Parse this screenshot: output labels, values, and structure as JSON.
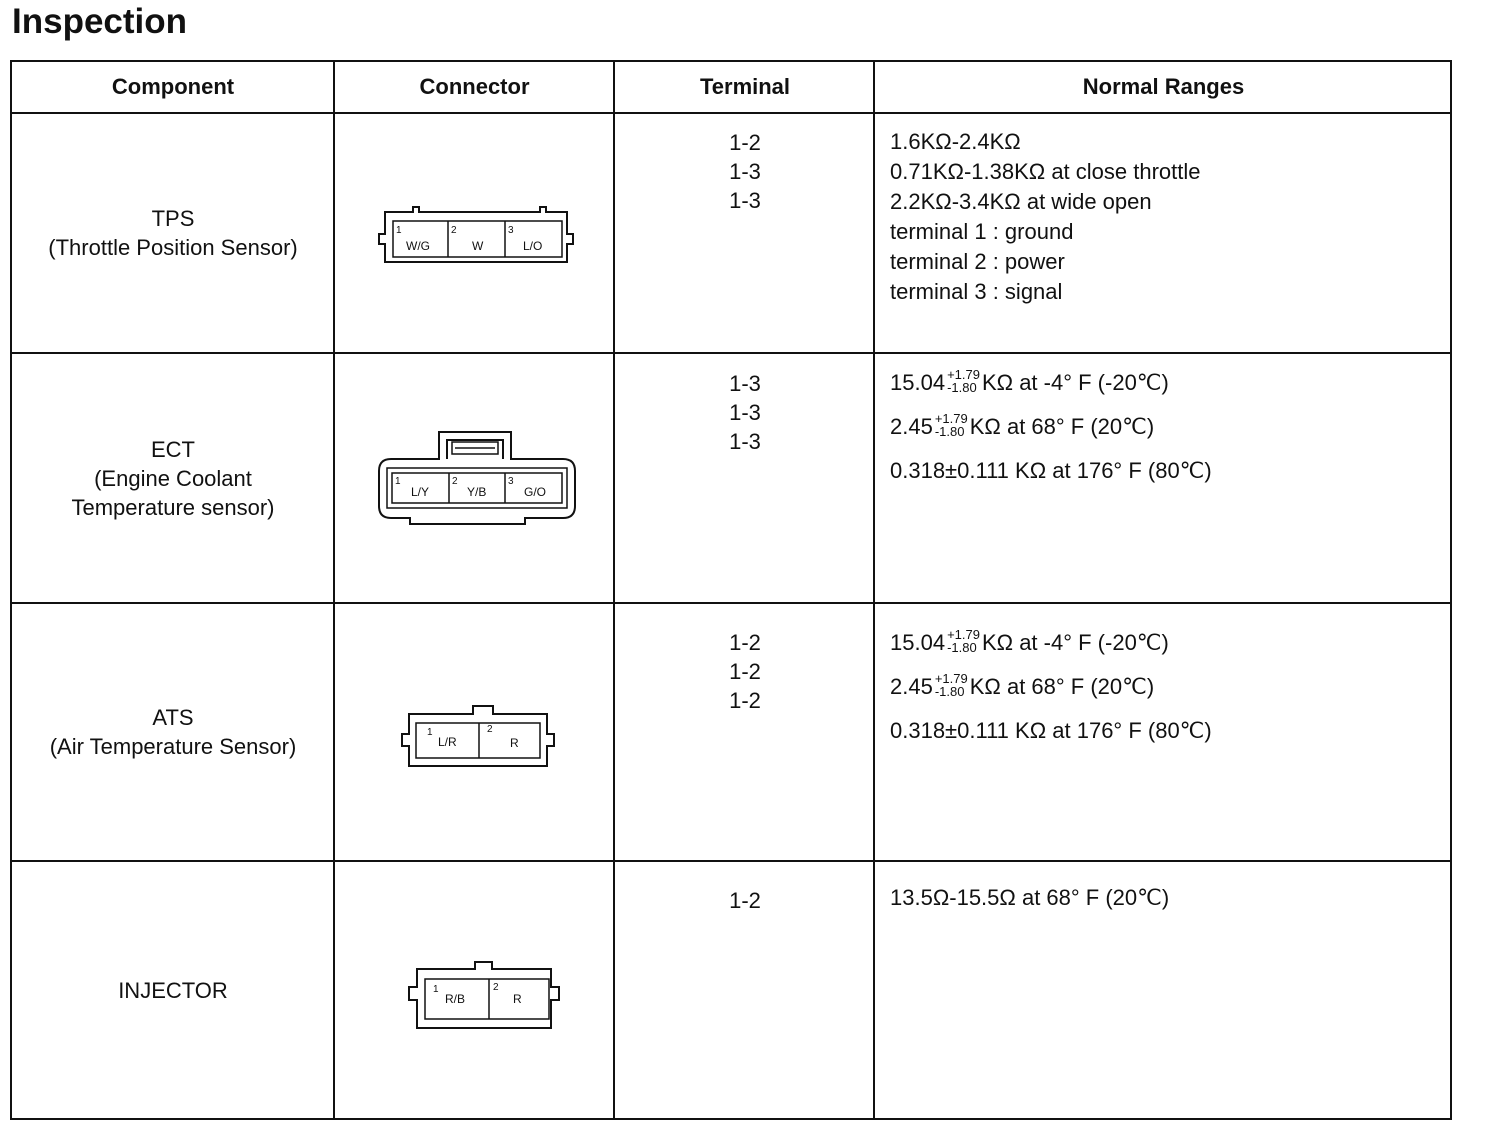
{
  "title": "Inspection",
  "headers": {
    "component": "Component",
    "connector": "Connector",
    "terminal": "Terminal",
    "ranges": "Normal Ranges"
  },
  "rows": [
    {
      "component": [
        "TPS",
        "(Throttle Position Sensor)"
      ],
      "connector_pins": [
        {
          "num": "1",
          "wire": "W/G"
        },
        {
          "num": "2",
          "wire": "W"
        },
        {
          "num": "3",
          "wire": "L/O"
        }
      ],
      "terminals": [
        "1-2",
        "1-3",
        "1-3"
      ],
      "ranges": [
        "1.6KΩ-2.4KΩ",
        "0.71KΩ-1.38KΩ  at close throttle",
        "2.2KΩ-3.4KΩ  at wide open",
        "terminal 1 : ground",
        "terminal 2 : power",
        "terminal 3 : signal"
      ]
    },
    {
      "component": [
        "ECT",
        "(Engine Coolant",
        "Temperature sensor)"
      ],
      "connector_pins": [
        {
          "num": "1",
          "wire": "L/Y"
        },
        {
          "num": "2",
          "wire": "Y/B"
        },
        {
          "num": "3",
          "wire": "G/O"
        }
      ],
      "terminals": [
        "1-3",
        "1-3",
        "1-3"
      ],
      "ranges": [
        {
          "base": "15.04",
          "plus": "+1.79",
          "minus": "-1.80",
          "rest": "KΩ  at -4° F (-20℃)"
        },
        {
          "base": "2.45",
          "plus": "+1.79",
          "minus": "-1.80",
          "rest": "KΩ  at 68° F (20℃)"
        },
        {
          "text": "0.318±0.111 KΩ  at  176° F (80℃)"
        }
      ]
    },
    {
      "component": [
        "ATS",
        "(Air Temperature Sensor)"
      ],
      "connector_pins": [
        {
          "num": "1",
          "wire": "L/R"
        },
        {
          "num": "2",
          "wire": "R"
        }
      ],
      "terminals": [
        "1-2",
        "1-2",
        "1-2"
      ],
      "ranges": [
        {
          "base": "15.04",
          "plus": "+1.79",
          "minus": "-1.80",
          "rest": "KΩ  at -4° F (-20℃)"
        },
        {
          "base": "2.45",
          "plus": "+1.79",
          "minus": "-1.80",
          "rest": "KΩ  at 68° F (20℃)"
        },
        {
          "text": "0.318±0.111 KΩ  at  176° F (80℃)"
        }
      ]
    },
    {
      "component": [
        "INJECTOR"
      ],
      "connector_pins": [
        {
          "num": "1",
          "wire": "R/B"
        },
        {
          "num": "2",
          "wire": "R"
        }
      ],
      "terminals": [
        "1-2"
      ],
      "ranges": [
        "13.5Ω-15.5Ω  at 68° F (20℃)"
      ]
    }
  ]
}
